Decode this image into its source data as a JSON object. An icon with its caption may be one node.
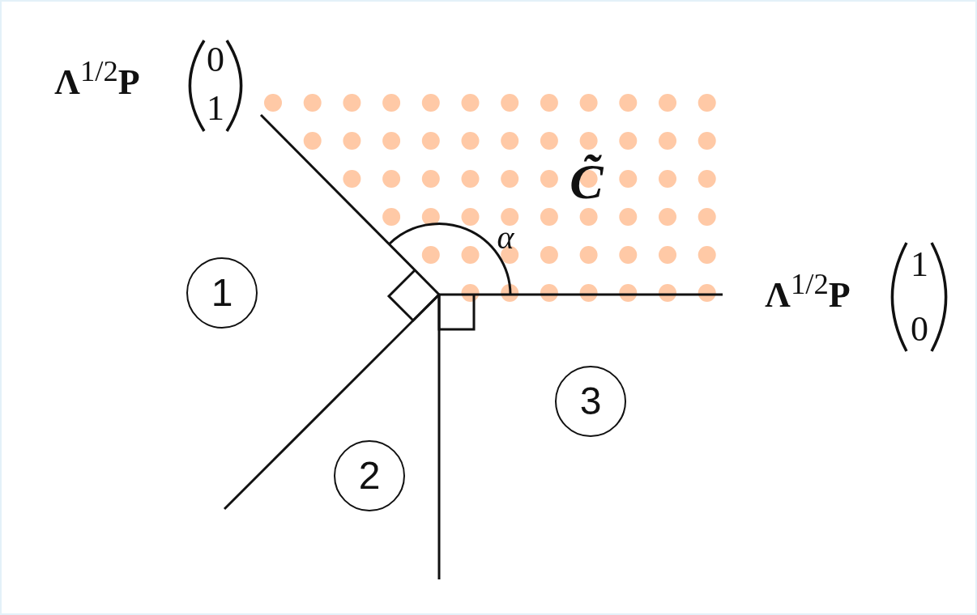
{
  "diagram": {
    "nodes": [
      {
        "text": [
          "1"
        ]
      },
      {
        "text": [
          "2"
        ]
      },
      {
        "text": [
          "3"
        ]
      }
    ],
    "labels": [
      "**Λ**$^{1/2}$**P**",
      "0",
      "1",
      "C̃",
      "α",
      "**Λ**$^{1/2}$**P**",
      "1",
      "0"
    ]
  }
}
